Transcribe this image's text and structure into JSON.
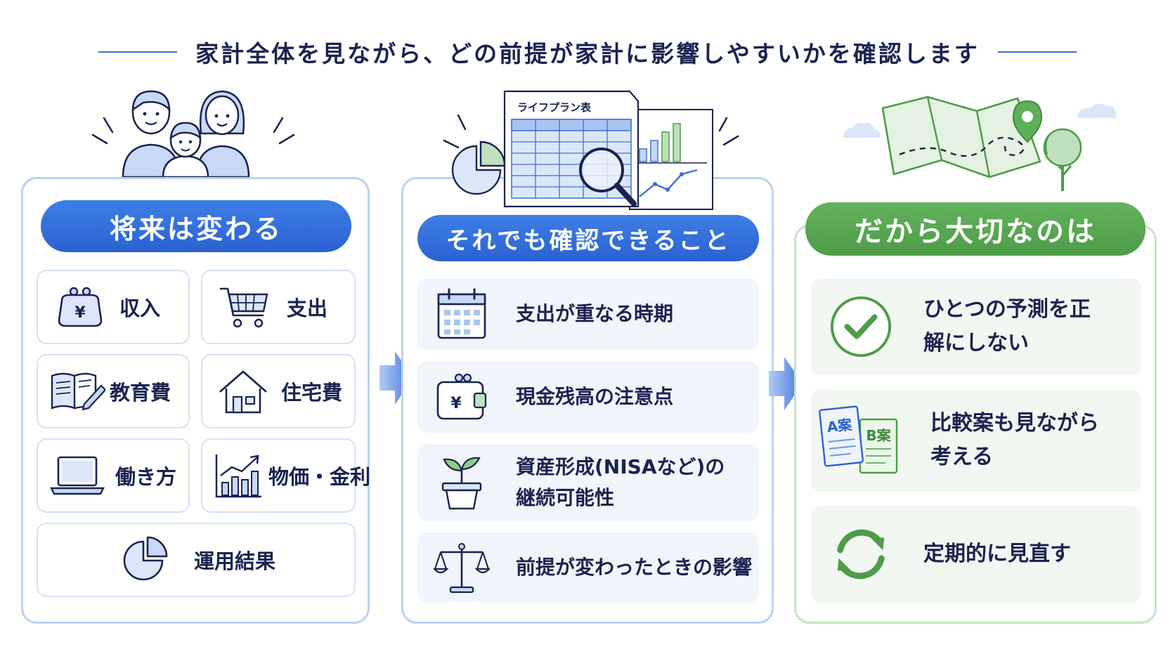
{
  "header": {
    "title": "家計全体を見ながら、どの前提が家計に影響しやすいかを確認します"
  },
  "left_panel": {
    "heading": "将来は変わる",
    "items": [
      {
        "label": "収入",
        "icon": "purse-yen-icon"
      },
      {
        "label": "支出",
        "icon": "shopping-cart-icon"
      },
      {
        "label": "教育費",
        "icon": "book-pencil-icon"
      },
      {
        "label": "住宅費",
        "icon": "house-icon"
      },
      {
        "label": "働き方",
        "icon": "laptop-icon"
      },
      {
        "label": "物価・金利",
        "icon": "rising-chart-icon"
      },
      {
        "label": "運用結果",
        "icon": "pie-chart-icon"
      }
    ]
  },
  "middle_panel": {
    "document_label": "ライフプラン表",
    "heading": "それでも確認できること",
    "items": [
      {
        "label": "支出が重なる時期",
        "icon": "calendar-icon"
      },
      {
        "label": "現金残高の注意点",
        "icon": "wallet-yen-icon"
      },
      {
        "label": "資産形成(NISAなど)の継続可能性",
        "icon": "sprout-pot-icon"
      },
      {
        "label": "前提が変わったときの影響",
        "icon": "balance-scale-icon"
      }
    ]
  },
  "right_panel": {
    "heading": "だから大切なのは",
    "items": [
      {
        "label": "ひとつの予測を正解にしない",
        "icon": "check-circle-icon"
      },
      {
        "label": "比較案も見ながら考える",
        "icon": "plan-ab-icon",
        "plan_a": "A案",
        "plan_b": "B案"
      },
      {
        "label": "定期的に見直す",
        "icon": "refresh-cycle-icon"
      }
    ]
  },
  "colors": {
    "primary_blue": "#2a62d1",
    "primary_green": "#4e9c48",
    "text_navy": "#1a2350"
  }
}
